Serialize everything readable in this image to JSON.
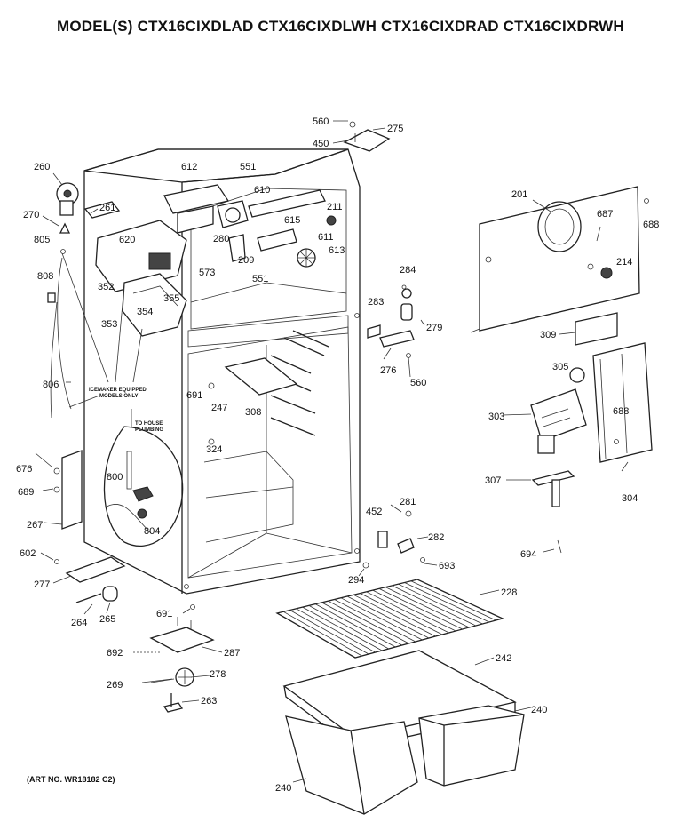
{
  "header": {
    "title": "MODEL(S) CTX16CIXDLAD  CTX16CIXDLWH  CTX16CIXDRAD  CTX16CIXDRWH"
  },
  "footer": {
    "art_no": "(ART NO. WR18182 C2)"
  },
  "notes": {
    "icemaker_line1": "ICEMAKER EQUIPPED",
    "icemaker_line2": "MODELS ONLY",
    "plumbing_line1": "TO HOUSE",
    "plumbing_line2": "PLUMBING"
  },
  "callouts": [
    "560",
    "275",
    "450",
    "260",
    "612",
    "551",
    "610",
    "201",
    "687",
    "688",
    "270",
    "261",
    "211",
    "615",
    "805",
    "620",
    "280",
    "611",
    "613",
    "214",
    "808",
    "209",
    "573",
    "551",
    "284",
    "352",
    "355",
    "283",
    "353",
    "354",
    "279",
    "309",
    "276",
    "560",
    "305",
    "806",
    "691",
    "247",
    "308",
    "688",
    "303",
    "324",
    "676",
    "800",
    "689",
    "267",
    "804",
    "307",
    "304",
    "281",
    "452",
    "282",
    "694",
    "602",
    "693",
    "294",
    "277",
    "228",
    "691",
    "264",
    "265",
    "692",
    "287",
    "242",
    "269",
    "278",
    "263",
    "240",
    "240"
  ]
}
